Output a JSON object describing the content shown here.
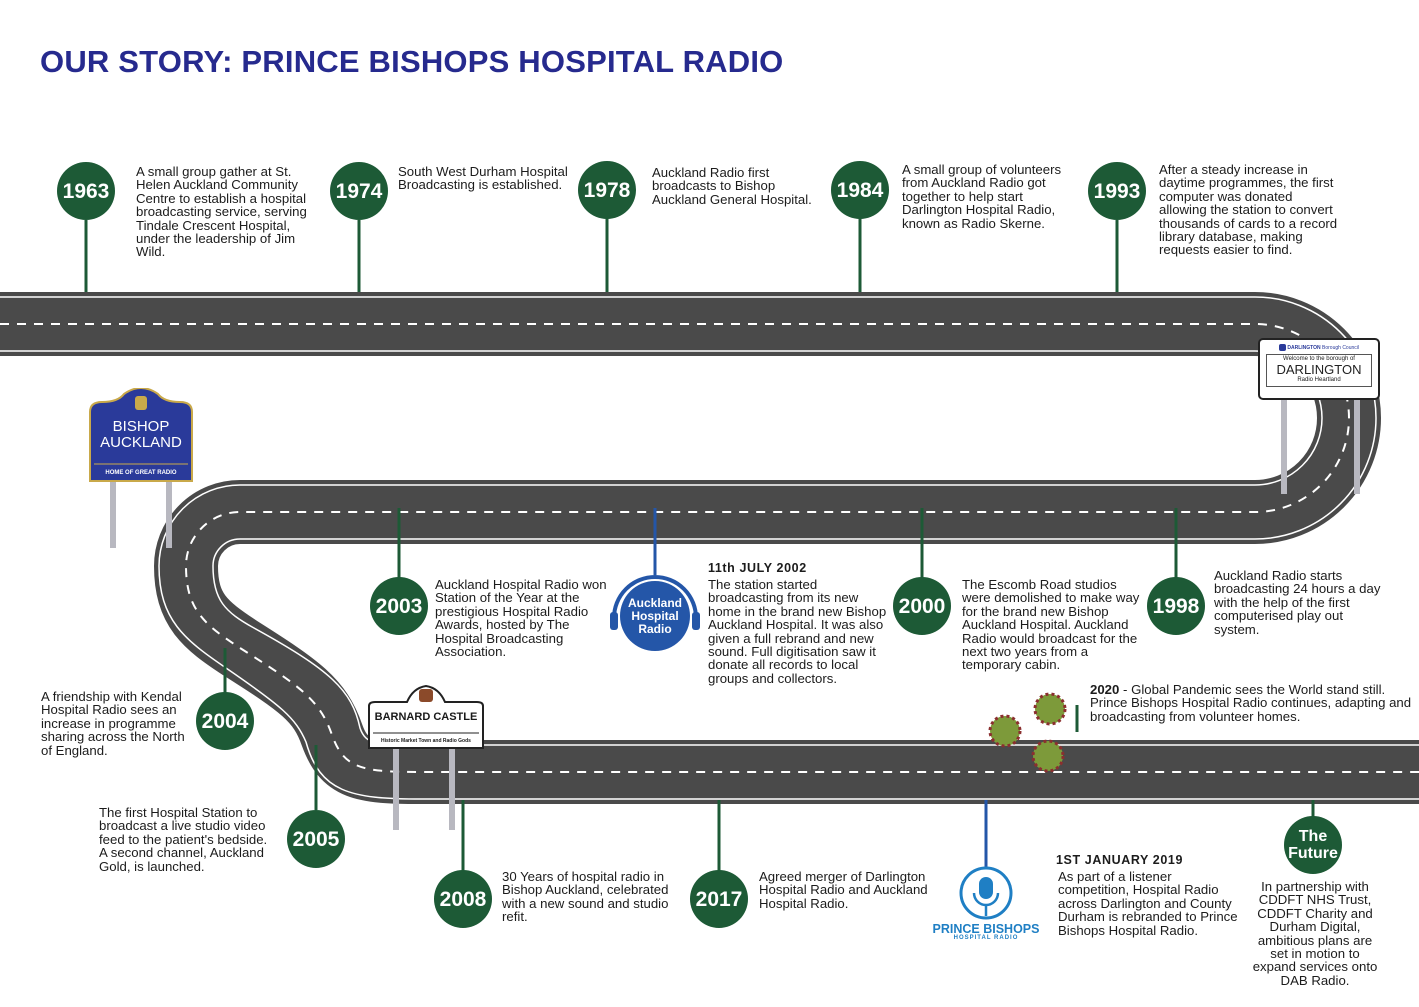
{
  "title": "OUR STORY: PRINCE BISHOPS HOSPITAL RADIO",
  "colors": {
    "title": "#262a8e",
    "badge": "#1d5a36",
    "road": "#4a4a4a",
    "pole_blue": "#2456a8",
    "sign_blue": "#2a3a9a"
  },
  "timeline": [
    {
      "year": "1963",
      "text": "A small group gather at St. Helen Auckland Community Centre to establish a hospital broadcasting service, serving Tindale Crescent Hospital, under the leadership of Jim Wild."
    },
    {
      "year": "1974",
      "text": "South West Durham Hospital Broadcasting is established."
    },
    {
      "year": "1978",
      "text": "Auckland Radio first broadcasts to Bishop Auckland General Hospital."
    },
    {
      "year": "1984",
      "text": "A small group of volunteers from Auckland Radio got together to help start Darlington Hospital Radio, known as Radio Skerne."
    },
    {
      "year": "1993",
      "text": "After a steady increase in daytime programmes, the first computer was donated allowing the station to convert thousands of cards to a record library database, making requests easier to find."
    },
    {
      "year": "1998",
      "text": "Auckland Radio starts broadcasting 24 hours a day with the help of the first computerised play out system."
    },
    {
      "year": "2000",
      "text": "The Escomb Road studios were demolished to make way for the brand new Bishop Auckland Hospital. Auckland Radio would broadcast for the next two years from a temporary cabin."
    },
    {
      "year": "2003",
      "text": "Auckland Hospital Radio won Station of the Year at the prestigious Hospital Radio Awards, hosted by The Hospital Broadcasting Association."
    },
    {
      "year": "2004",
      "text": "A friendship with Kendal Hospital Radio sees an increase in programme sharing across the North of England."
    },
    {
      "year": "2005",
      "text": "The first Hospital Station to broadcast a live studio video feed to the patient's bedside. A second channel, Auckland Gold, is launched."
    },
    {
      "year": "2008",
      "text": "30 Years of hospital radio in Bishop Auckland, celebrated with a new sound and studio refit."
    },
    {
      "year": "2017",
      "text": "Agreed merger of Darlington Hospital Radio and Auckland Hospital Radio."
    },
    {
      "year": "The Future",
      "text": "In partnership with CDDFT NHS Trust, CDDFT Charity and Durham Digital, ambitious plans are set in motion to expand services onto DAB Radio."
    }
  ],
  "events": {
    "july2002": {
      "heading": "11th JULY 2002",
      "text": "The station started broadcasting from its new home in the brand new Bishop Auckland Hospital. It was also given a full rebrand and new sound. Full digitisation saw it donate all records to local groups and collectors."
    },
    "jan2019": {
      "heading": "1ST JANUARY 2019",
      "text": "As part of a listener competition, Hospital Radio across Darlington and County Durham is rebranded to Prince Bishops Hospital Radio."
    },
    "pandemic": {
      "year": "2020",
      "text": " - Global Pandemic sees the World stand still. Prince Bishops Hospital Radio continues, adapting and broadcasting from volunteer homes."
    }
  },
  "signs": {
    "darlington": {
      "top": "DARLINGTON",
      "top_sub": "Borough Council",
      "welcome": "Welcome to the borough of",
      "name": "DARLINGTON",
      "sub": "Radio Heartland"
    },
    "bishop": {
      "line1": "BISHOP",
      "line2": "AUCKLAND",
      "tag": "HOME OF GREAT RADIO"
    },
    "barnard": {
      "name": "BARNARD CASTLE",
      "tag": "Historic Market Town and Radio Gods"
    }
  },
  "logos": {
    "auckland": {
      "l1": "Auckland",
      "l2": "Hospital",
      "l3": "Radio"
    },
    "prince": {
      "name": "PRINCE BISHOPS",
      "sub": "HOSPITAL RADIO"
    }
  }
}
